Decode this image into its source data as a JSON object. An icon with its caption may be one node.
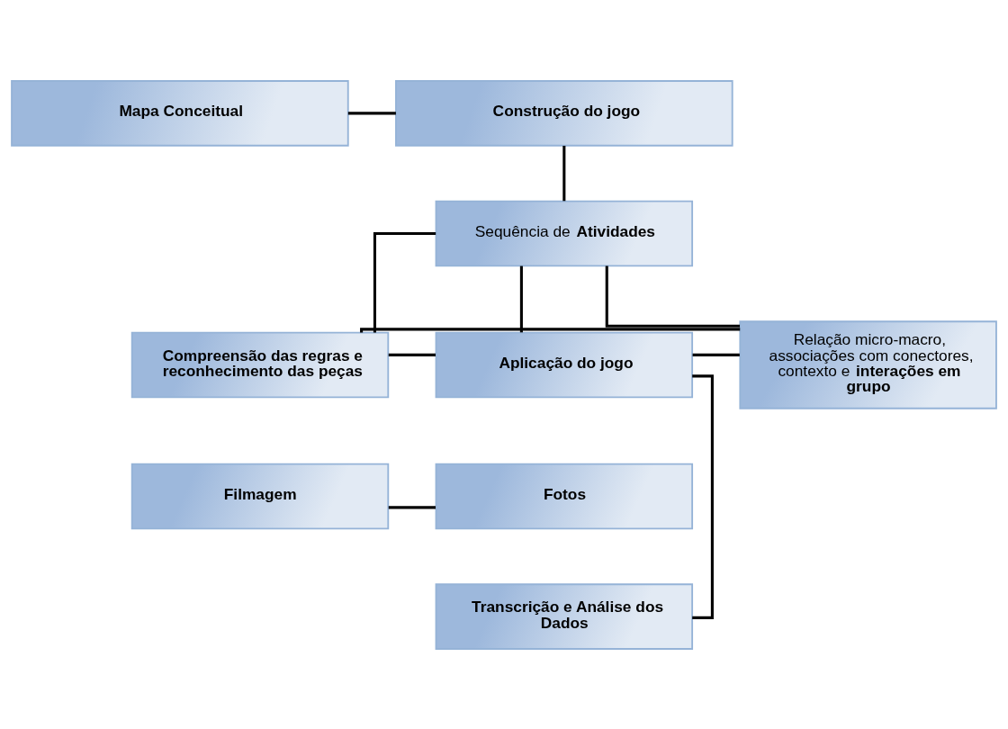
{
  "diagram": {
    "nodes": [
      {
        "text": [
          "Mapa Conceitual"
        ]
      },
      {
        "text": [
          "Construção do jogo"
        ]
      },
      {
        "text": [
          "Sequência de **Atividades**"
        ]
      },
      {
        "text": [
          "Compreensão das regras e reconhecimento das peças"
        ]
      },
      {
        "text": [
          "Aplicação do jogo"
        ]
      },
      {
        "text": [
          "Relação micro-macro, associações com conectores, contexto e **interações em grupo**"
        ]
      },
      {
        "text": [
          "Filmagem"
        ]
      },
      {
        "text": [
          "Fotos"
        ]
      },
      {
        "text": [
          "Transcrição e Análise dos Dados"
        ]
      }
    ],
    "edges": [
      {
        "from": 0,
        "to": 1,
        "arrow": "none"
      },
      {
        "from": 1,
        "to": 2,
        "arrow": "none"
      },
      {
        "from": 2,
        "to": 3,
        "arrow": "none"
      },
      {
        "from": 2,
        "to": 5,
        "arrow": "none"
      },
      {
        "from": 2,
        "to": 4,
        "arrow": "none"
      },
      {
        "from": 3,
        "to": 4,
        "arrow": "none"
      },
      {
        "from": 4,
        "to": 5,
        "arrow": "none"
      },
      {
        "from": 3,
        "to": 5,
        "arrow": "none"
      },
      {
        "from": 4,
        "to": 8,
        "arrow": "none"
      },
      {
        "from": 6,
        "to": 7,
        "arrow": "none"
      }
    ]
  }
}
